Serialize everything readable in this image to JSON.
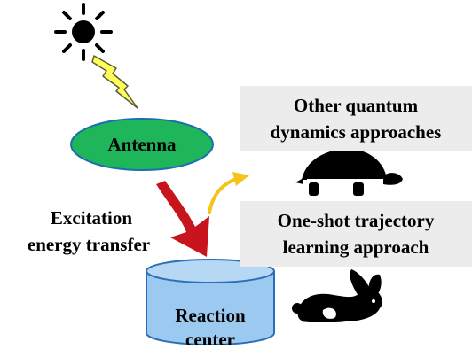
{
  "diagram": {
    "antenna_label": "Antenna",
    "reaction_center_label": [
      "Reaction",
      "center"
    ],
    "transfer_label": [
      "Excitation",
      "energy transfer"
    ],
    "other_approaches": [
      "Other quantum",
      "dynamics approaches"
    ],
    "one_shot_approach": [
      "One-shot trajectory",
      "learning approach"
    ],
    "slow_icon": "turtle-icon",
    "fast_icon": "rabbit-icon",
    "light_icon": "sun-icon"
  },
  "colors": {
    "antenna_fill": "#1fb55a",
    "antenna_stroke": "#1b6fb0",
    "cylinder_fill": "#9bc9ef",
    "cylinder_stroke": "#2a6fb5",
    "transfer_arrow": "#c8141c",
    "curved_arrow": "#f5c31a",
    "lightning": "#ffff5a",
    "box_fill": "#ececec"
  }
}
